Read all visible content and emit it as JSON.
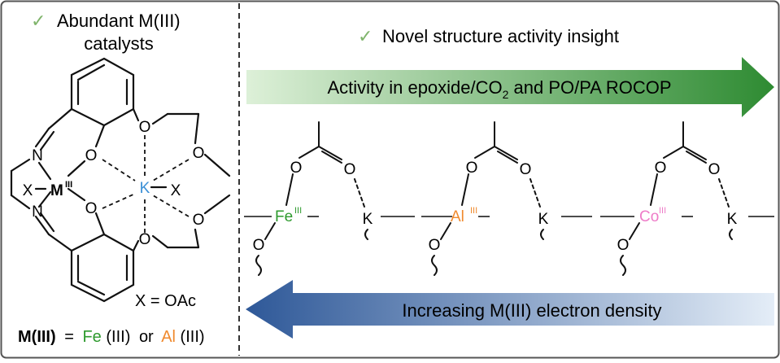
{
  "left_panel": {
    "check": "✓",
    "heading_line1": "Abundant M(III)",
    "heading_line2": "catalysts",
    "x_definition": "X = OAc",
    "metal_definition": {
      "lhs": "M(III)",
      "equals": "=",
      "fe": "Fe",
      "fe_suffix": "(III)",
      "or": "or",
      "al": "Al",
      "al_suffix": "(III)"
    },
    "structure": {
      "metal": "M",
      "metal_ox": "III",
      "potassium": "K",
      "x_left": "X",
      "x_right": "X",
      "n_top": "N",
      "n_bottom": "N",
      "o_labels": [
        "O",
        "O",
        "O",
        "O",
        "O",
        "O"
      ]
    }
  },
  "right_panel": {
    "check": "✓",
    "heading": "Novel structure activity insight",
    "top_arrow": {
      "text_before": "Activity in epoxide/CO",
      "subscript": "2",
      "text_after": " and PO/PA ROCOP",
      "color_start": "#ddf0d8",
      "color_end": "#2e8b32"
    },
    "bottom_arrow": {
      "text": "Increasing M(III) electron density",
      "color_start": "#e4edf7",
      "color_end": "#2e5898"
    },
    "complexes": [
      {
        "metal": "Fe",
        "ox": "III",
        "color": "#2e9a2e",
        "k": "K",
        "o": "O"
      },
      {
        "metal": "Al",
        "ox": "III",
        "color": "#f08a2e",
        "k": "K",
        "o": "O"
      },
      {
        "metal": "Co",
        "ox": "III",
        "color": "#ee7cc8",
        "k": "K",
        "o": "O"
      }
    ]
  },
  "colors": {
    "check_green": "#7fb46b",
    "k_blue": "#3a8fd6",
    "fe_green": "#2e9a2e",
    "al_orange": "#f08a2e"
  }
}
